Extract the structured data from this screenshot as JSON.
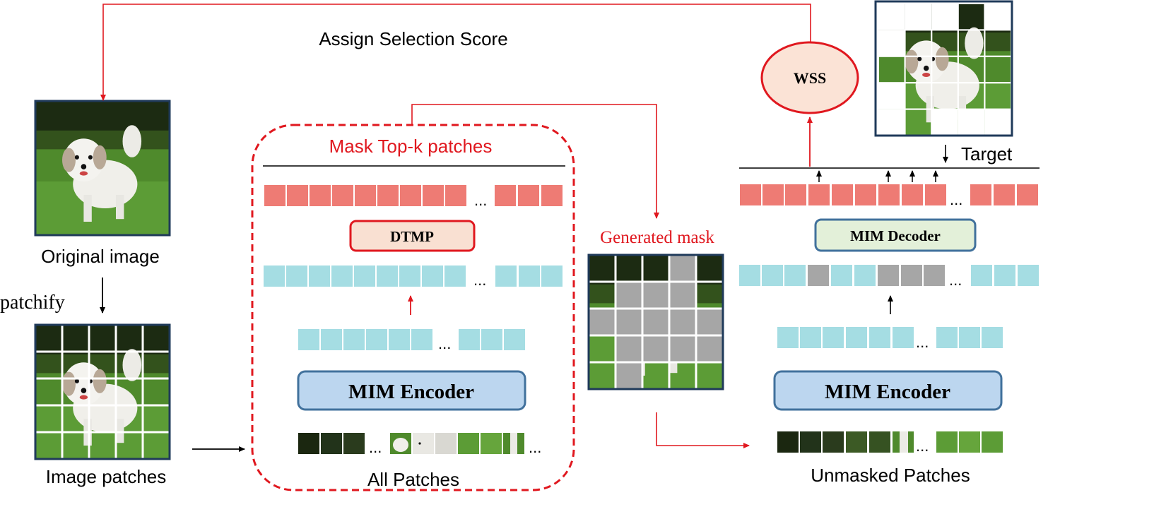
{
  "labels": {
    "assign_score": "Assign Selection Score",
    "original_image": "Original image",
    "patchify": "patchify",
    "image_patches": "Image patches",
    "mask_topk": "Mask Top-k patches",
    "dtmp": "DTMP",
    "mim_encoder_left": "MIM Encoder",
    "all_patches": "All Patches",
    "generated_mask": "Generated mask",
    "wss": "WSS",
    "target": "Target",
    "mim_decoder": "MIM Decoder",
    "mim_encoder_right": "MIM Encoder",
    "unmasked_patches": "Unmasked Patches",
    "ellipsis": "..."
  },
  "colors": {
    "red": "#e0181f",
    "salmon": "#ee7b74",
    "cyan": "#a5dde3",
    "gray": "#a6a6a6",
    "encoder_fill": "#bcd6ef",
    "encoder_stroke": "#41719c",
    "decoder_fill": "#e3f0d9",
    "decoder_stroke": "#41719c",
    "dtmp_fill": "#f9e0d2",
    "wss_fill": "#fbe3d6",
    "frame": "#1f3a5a"
  },
  "generated_mask_grid": [
    [
      "image",
      "image",
      "image",
      "masked",
      "image"
    ],
    [
      "image",
      "masked",
      "masked",
      "masked",
      "image"
    ],
    [
      "masked",
      "masked",
      "masked",
      "masked",
      "masked"
    ],
    [
      "image",
      "masked",
      "masked",
      "masked",
      "masked"
    ],
    [
      "image",
      "masked",
      "image",
      "image",
      "image"
    ]
  ],
  "target_grid": [
    [
      "empty",
      "empty",
      "empty",
      "image",
      "empty"
    ],
    [
      "empty",
      "image",
      "image",
      "image",
      "image"
    ],
    [
      "image",
      "image",
      "image",
      "image",
      "image"
    ],
    [
      "empty",
      "image",
      "image",
      "image",
      "image"
    ],
    [
      "empty",
      "image",
      "empty",
      "empty",
      "empty"
    ]
  ]
}
